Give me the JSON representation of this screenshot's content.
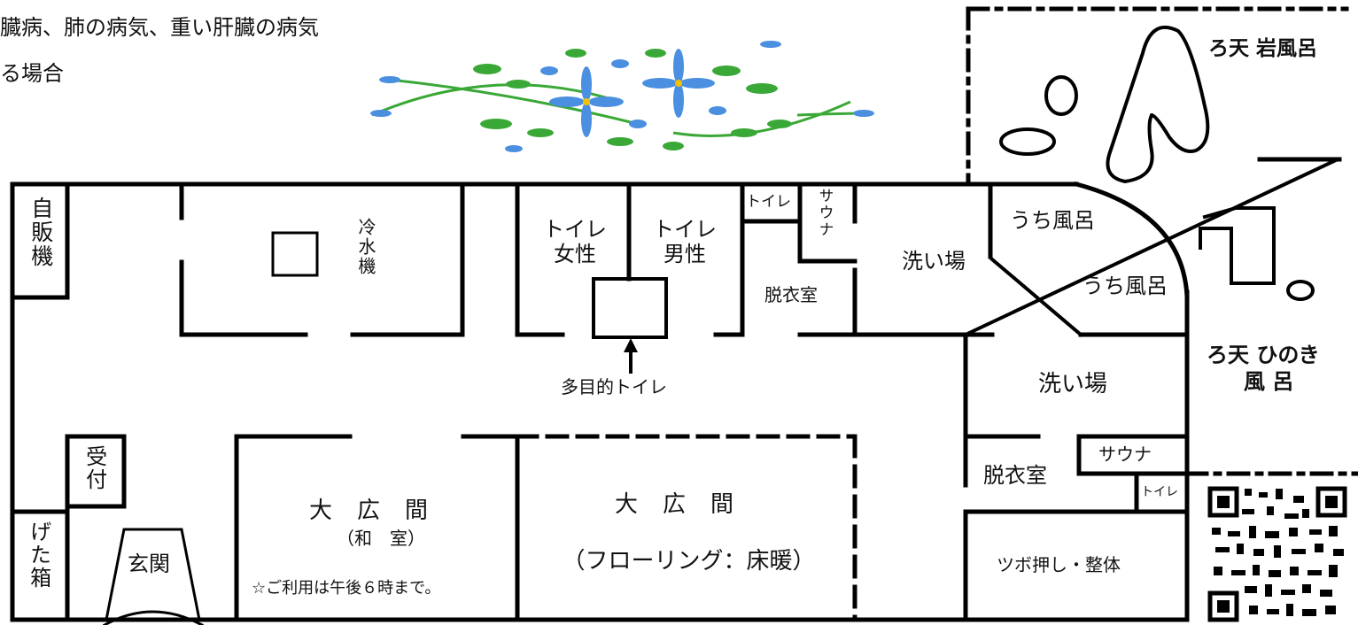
{
  "notes": {
    "line1": "臓病、肺の病気、重い肝臓の病気",
    "line2": "る場合"
  },
  "rooms": {
    "vending": "自販機",
    "cold_water": "冷水機",
    "toilet_women": "トイレ女性",
    "toilet_men": "トイレ男性",
    "toilet_small_upper": "トイレ",
    "sauna_upper": "サウナ",
    "dressing_upper": "脱衣室",
    "washing_upper": "洗い場",
    "inner_bath_1": "うち風呂",
    "inner_bath_2": "うち風呂",
    "rotenburo_rock": "ろ天 岩風呂",
    "rotenburo_hinoki_1": "ろ天 ひのき",
    "rotenburo_hinoki_2": "風 呂",
    "multipurpose_toilet": "多目的トイレ",
    "washing_lower": "洗い場",
    "sauna_lower": "サウナ",
    "dressing_lower": "脱衣室",
    "toilet_small_lower": "トイレ",
    "massage": "ツボ押し・整体",
    "reception": "受付",
    "shoe_box": "げた箱",
    "entrance": "玄関",
    "hall_japanese_title": "大広間",
    "hall_japanese_sub": "（和　室）",
    "hall_japanese_note": "☆ご利用は午後６時まで。",
    "hall_floor_title": "大広間",
    "hall_floor_sub": "（フローリング：床暖）"
  },
  "colors": {
    "wall": "#000000",
    "flower_petal": "#4a8fe0",
    "leaf": "#3aa836"
  }
}
